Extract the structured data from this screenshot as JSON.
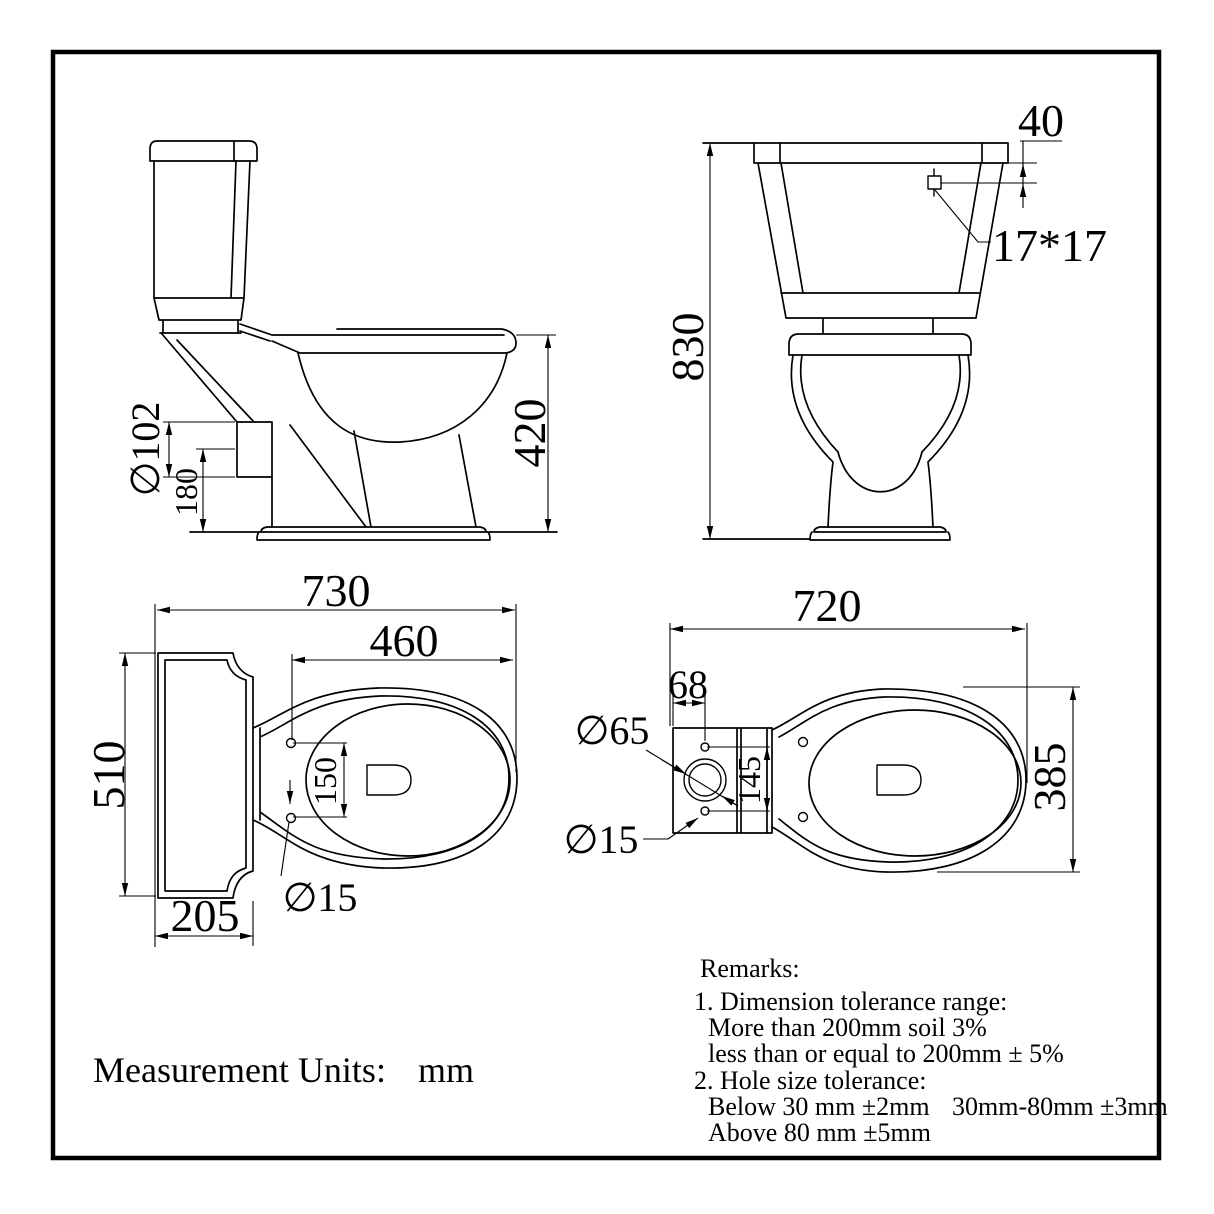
{
  "side_view": {
    "outlet_diameter": "∅102",
    "outlet_height": "180",
    "seat_height": "420"
  },
  "front_view": {
    "total_height": "830",
    "hole_offset": "40",
    "hole_size": "17*17"
  },
  "plan_left": {
    "total_depth": "730",
    "seat_depth": "460",
    "total_width": "510",
    "tank_depth": "205",
    "hinge_spacing": "150",
    "hinge_hole": "∅15"
  },
  "plan_right": {
    "total_depth": "720",
    "inlet_offset": "68",
    "inlet_hole": "∅65",
    "hole_spacing": "145",
    "fixing_hole": "∅15",
    "bowl_width": "385"
  },
  "footer": {
    "units_label": "Measurement Units:",
    "units_value": "mm"
  },
  "remarks": {
    "title": "Remarks:",
    "item1": "1. Dimension tolerance range:",
    "item1a": "More than 200mm soil 3%",
    "item1b": "less than or equal to 200mm ± 5%",
    "item2": "2. Hole size tolerance:",
    "item2a": "Below 30 mm ±2mm",
    "item2b": "30mm-80mm ±3mm",
    "item2c": "Above 80 mm ±5mm"
  }
}
